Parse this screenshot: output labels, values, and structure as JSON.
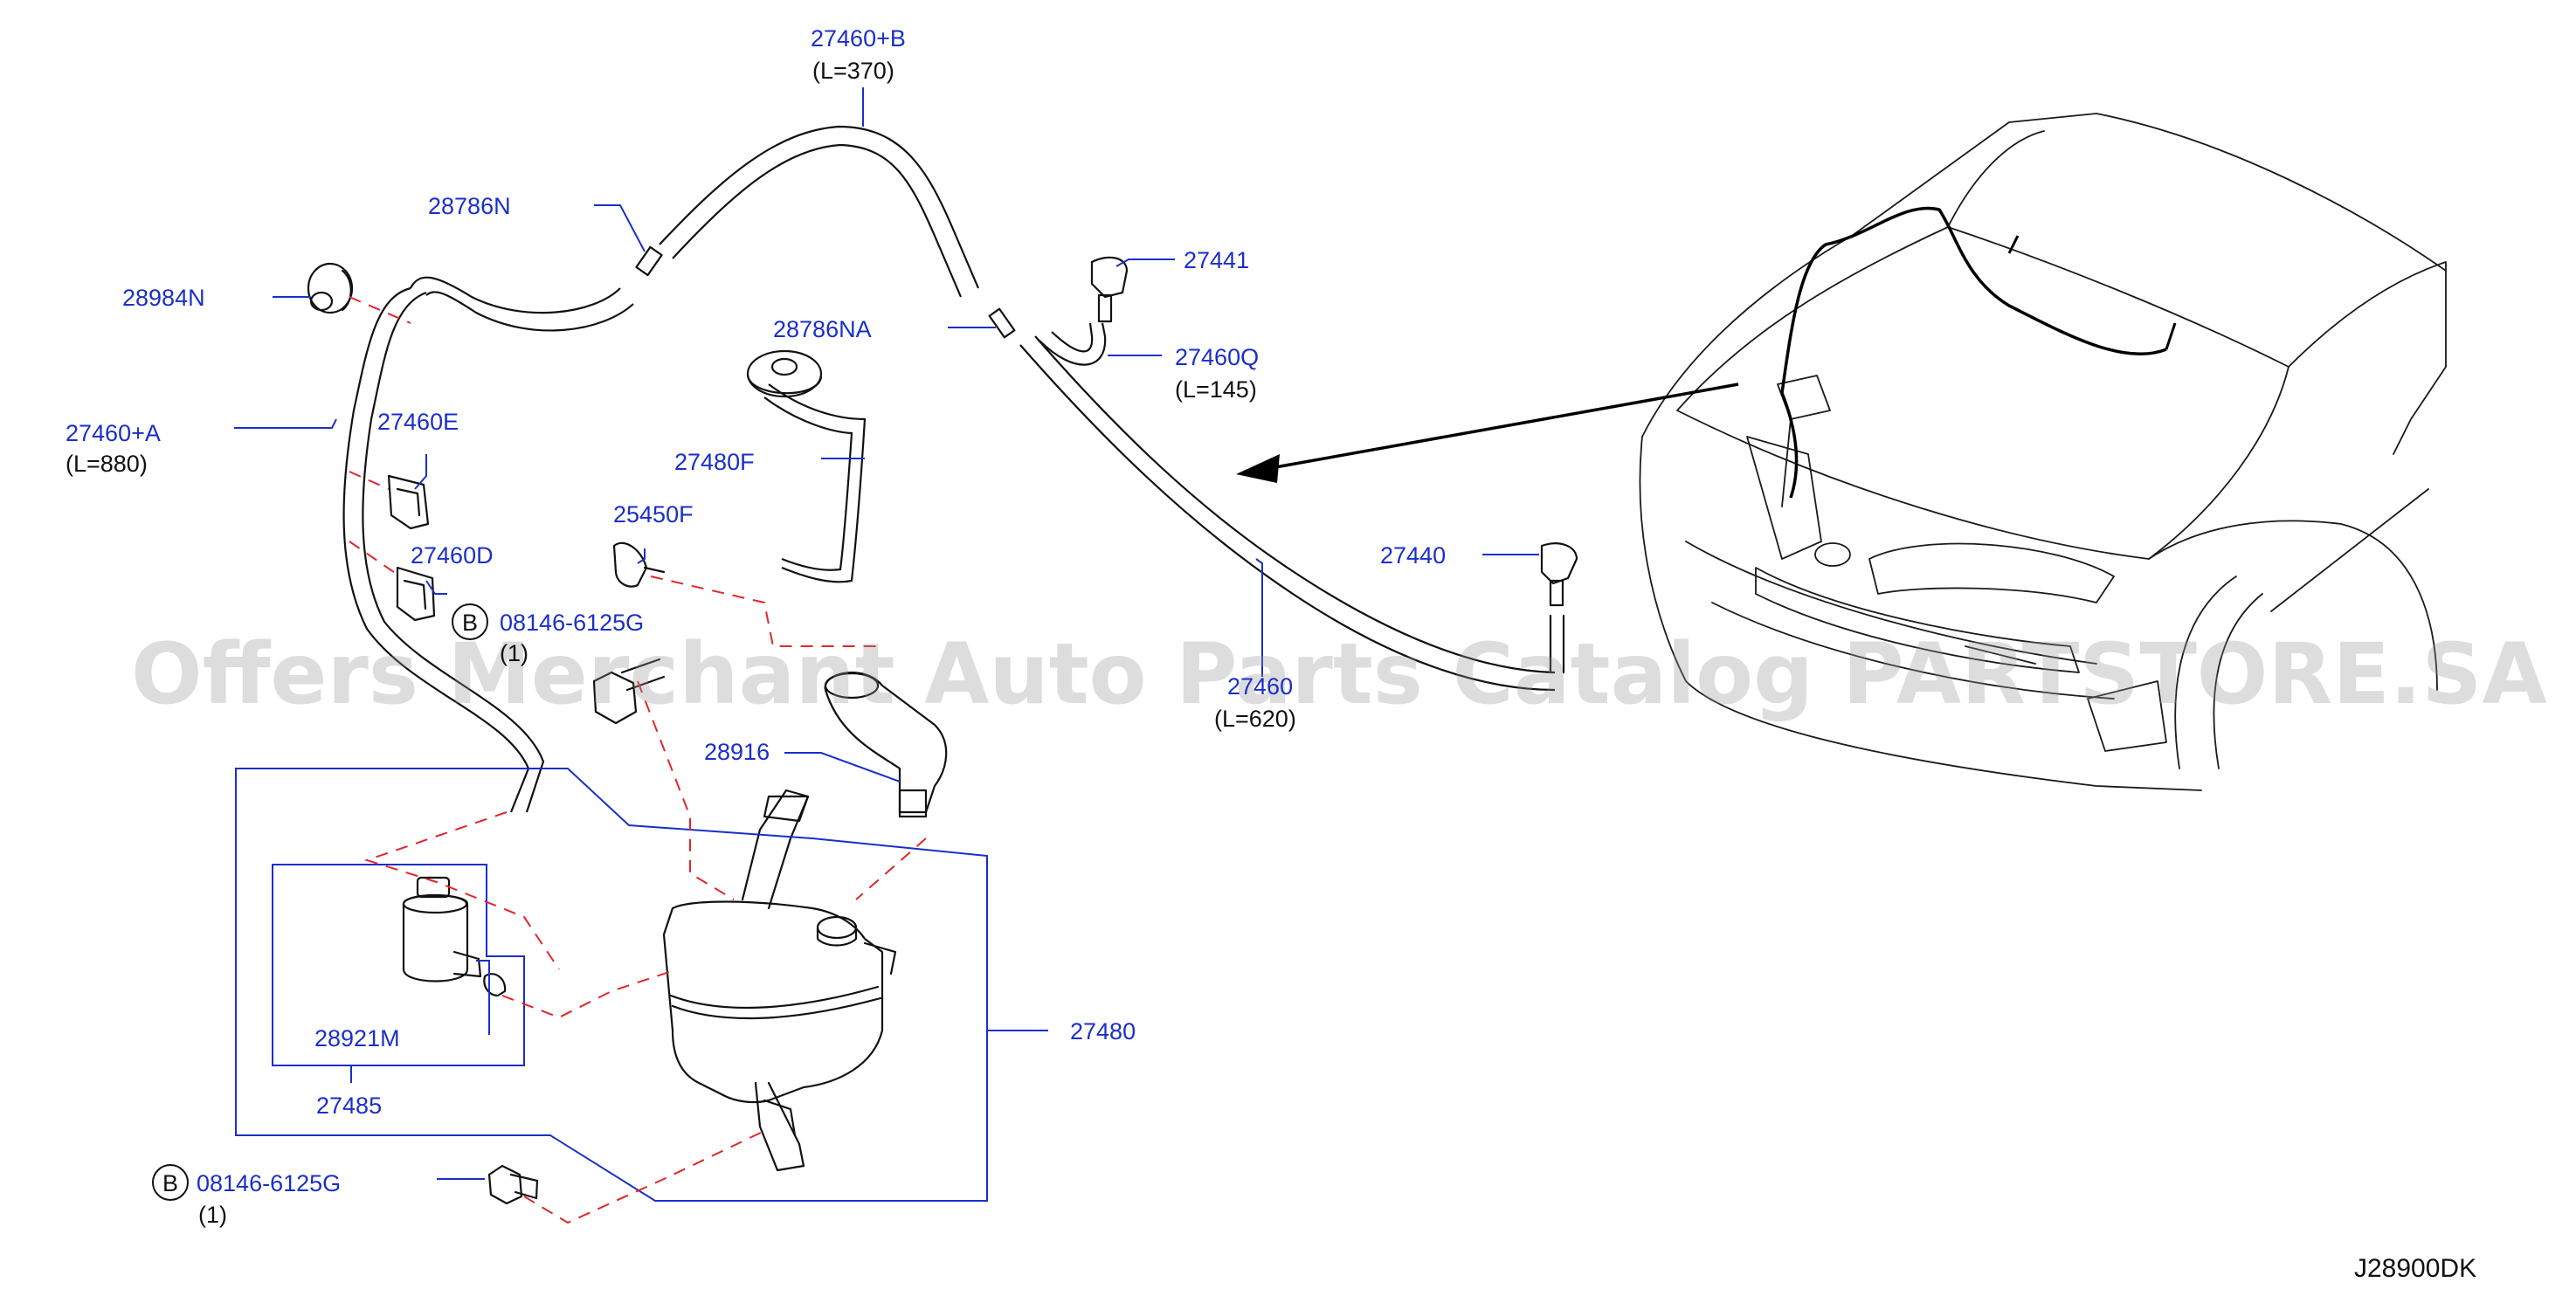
{
  "labels": {
    "p27460b": "27460+B",
    "p27460b_len": "(L=370)",
    "p28786n": "28786N",
    "p28984n": "28984N",
    "p27460a": "27460+A",
    "p27460a_len": "(L=880)",
    "p27460e": "27460E",
    "p27460d": "27460D",
    "p08146_upper": "08146-6125G",
    "p08146_upper_qty": "(1)",
    "p28786na": "28786NA",
    "p27480f": "27480F",
    "p25450f": "25450F",
    "p28916": "28916",
    "p27441": "27441",
    "p27460q": "27460Q",
    "p27460q_len": "(L=145)",
    "p27440": "27440",
    "p27460": "27460",
    "p27460_len": "(L=620)",
    "p28921m": "28921M",
    "p27485": "27485",
    "p27480": "27480",
    "p08146_lower": "08146-6125G",
    "p08146_lower_qty": "(1)",
    "bolt_badge": "B",
    "diagram_code": "J28900DK"
  },
  "watermark": "Offers Merchant Auto Parts Catalog PARTSTORE.SA",
  "colors": {
    "label": "#1a2fc9",
    "dashed_leader": "#e0262b",
    "line_art": "#111111",
    "watermark": "#969696"
  }
}
